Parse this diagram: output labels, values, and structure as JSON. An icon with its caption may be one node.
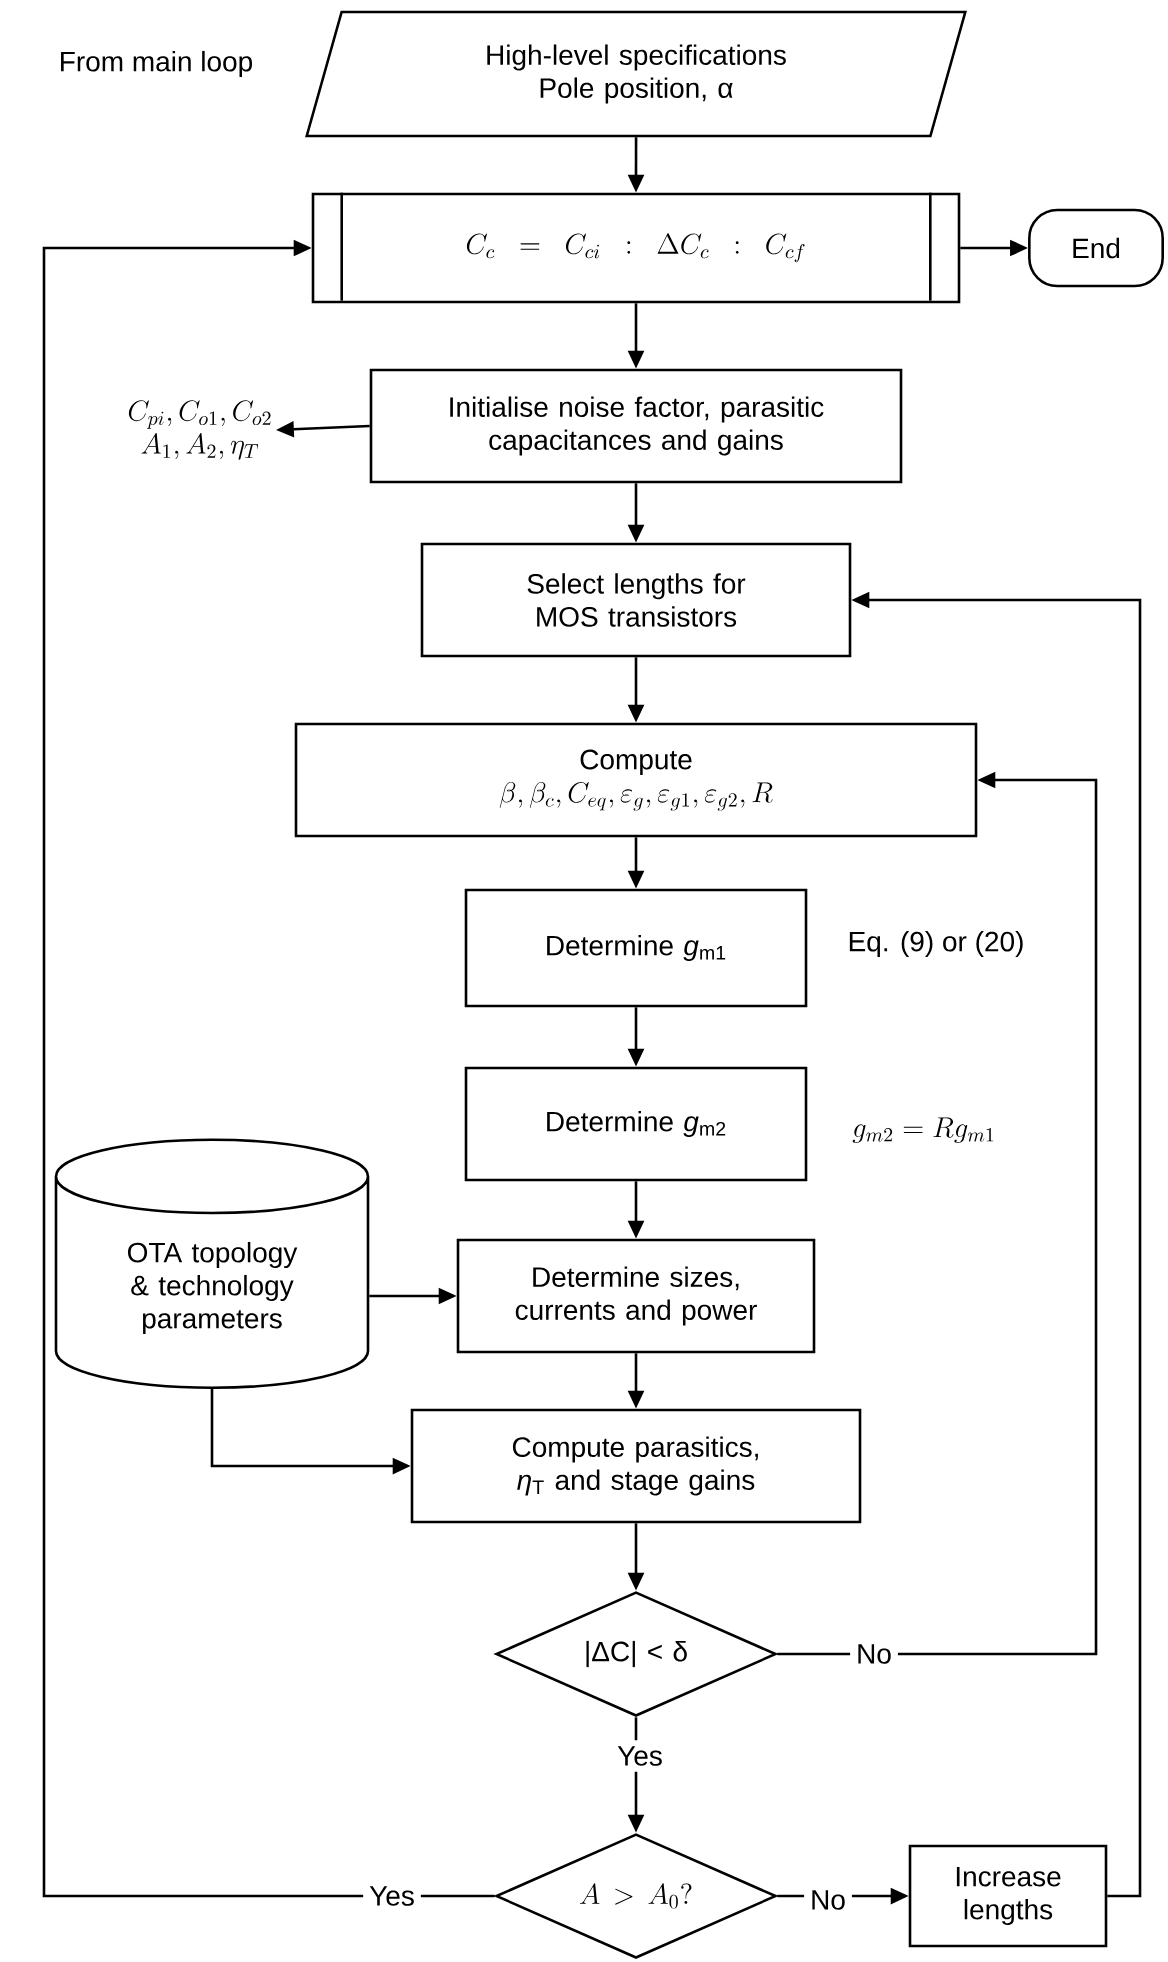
{
  "diagram": {
    "nodes": [
      {
        "text": [
          "High-level specifications Pole position, α"
        ],
        "beside": [
          "From main loop"
        ]
      },
      {
        "text": [
          "C_c = C_{ci} : \\Delta C_c : C_{cf}"
        ]
      },
      {
        "text": [
          "End"
        ]
      },
      {
        "text": [
          "Initialise noise factor, parasitic capacitances and gains"
        ]
      },
      {
        "text": [
          "C_{pi}, C_{o1}, C_{o2}",
          "A_1, A_2, \\eta_T"
        ]
      },
      {
        "text": [
          "Select lengths for MOS transistors"
        ]
      },
      {
        "text": [
          "Compute",
          "\\beta, \\beta_c, C_{eq}, \\varepsilon_g, \\varepsilon_{g1}, \\varepsilon_{g2}, R"
        ]
      },
      {
        "text": [
          "Determine *g*$_{m1}$"
        ],
        "beside": [
          "Eq. (9) or (20)"
        ]
      },
      {
        "text": [
          "Determine *g*$_{m2}$"
        ],
        "beside": [
          "g_{m2} = R g_{m1}"
        ]
      },
      {
        "text": [
          "OTA topology & technology parameters"
        ]
      },
      {
        "text": [
          "Determine sizes, currents and power"
        ]
      },
      {
        "text": [
          "Compute parasitics, *η*$_{T}$ and stage gains"
        ]
      },
      {
        "text": [
          "|ΔC| < δ"
        ]
      },
      {
        "text": [
          "A > A_0?"
        ]
      },
      {
        "text": [
          "Increase lengths"
        ]
      }
    ],
    "edges": [
      {
        "from": 0,
        "to": 1,
        "arrow": "to"
      },
      {
        "from": 1,
        "to": 2,
        "arrow": "to"
      },
      {
        "from": 1,
        "to": 3,
        "arrow": "to"
      },
      {
        "from": 3,
        "to": 4,
        "arrow": "to"
      },
      {
        "from": 3,
        "to": 5,
        "arrow": "to"
      },
      {
        "from": 5,
        "to": 6,
        "arrow": "to"
      },
      {
        "from": 6,
        "to": 7,
        "arrow": "to"
      },
      {
        "from": 7,
        "to": 8,
        "arrow": "to"
      },
      {
        "from": 8,
        "to": 10,
        "arrow": "to"
      },
      {
        "from": 9,
        "to": 10,
        "arrow": "to"
      },
      {
        "from": 9,
        "to": 11,
        "arrow": "to"
      },
      {
        "from": 10,
        "to": 11,
        "arrow": "to"
      },
      {
        "from": 11,
        "to": 12,
        "arrow": "to"
      },
      {
        "from": 12,
        "to": 6,
        "arrow": "to",
        "label": "No"
      },
      {
        "from": 12,
        "to": 13,
        "arrow": "to",
        "label": "Yes"
      },
      {
        "from": 13,
        "to": 1,
        "arrow": "to",
        "label": "Yes"
      },
      {
        "from": 13,
        "to": 14,
        "arrow": "to",
        "label": "No"
      },
      {
        "from": 14,
        "to": 5,
        "arrow": "to"
      }
    ]
  }
}
